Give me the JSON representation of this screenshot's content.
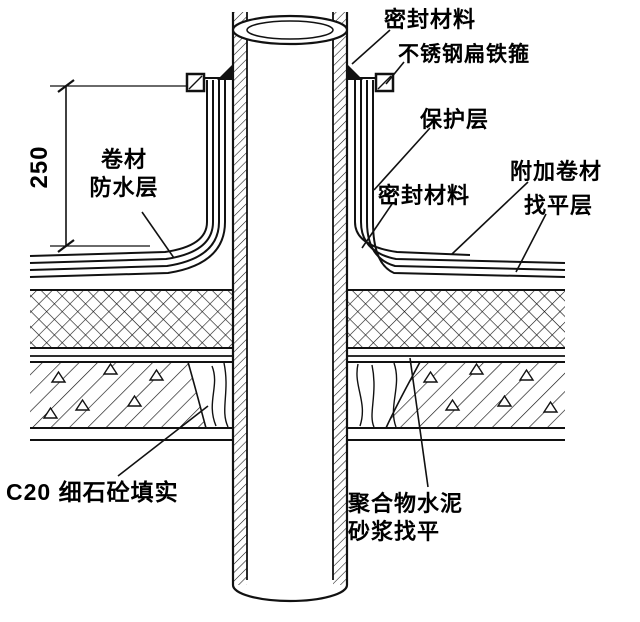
{
  "drawing": {
    "dimension": "250",
    "labels": {
      "sealing_top": "密封材料",
      "hoop": "不锈钢扁铁箍",
      "protective": "保护层",
      "sealing_mid": "密封材料",
      "additional_membrane": "附加卷材",
      "leveling": "找平层",
      "membrane_l1": "卷材",
      "membrane_l2": "防水层",
      "c20": "C20 细石砼填实",
      "polymer_l1": "聚合物水泥",
      "polymer_l2": "砂浆找平"
    }
  }
}
